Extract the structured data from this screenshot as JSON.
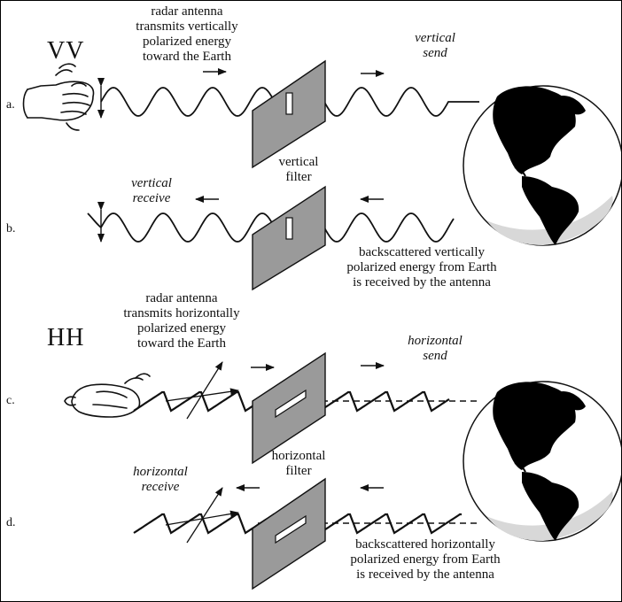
{
  "modes": {
    "vv": "VV",
    "hh": "HH"
  },
  "rows": {
    "a": "a.",
    "b": "b.",
    "c": "c.",
    "d": "d."
  },
  "vv": {
    "transmit": "radar antenna\ntransmits vertically\npolarized energy\ntoward the Earth",
    "send": "vertical\nsend",
    "receive": "vertical\nreceive",
    "filter": "vertical\nfilter",
    "backscatter": "backscattered vertically\npolarized energy from Earth\nis received by the antenna"
  },
  "hh": {
    "transmit": "radar antenna\ntransmits horizontally\npolarized energy\ntoward the Earth",
    "send": "horizontal\nsend",
    "receive": "horizontal\nreceive",
    "filter": "horizontal\nfilter",
    "backscatter": "backscattered horizontally\npolarized energy from Earth\nis received by the antenna"
  },
  "colors": {
    "ink": "#111111",
    "filter_fill": "#9a9a9a",
    "ocean": "#ffffff",
    "land": "#000000",
    "shade": "#d8d8d8"
  }
}
